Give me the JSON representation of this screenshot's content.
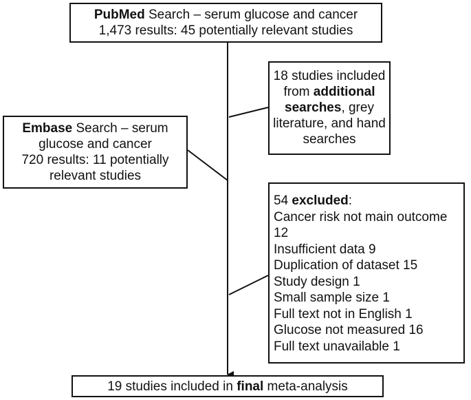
{
  "pubmed": {
    "source": "PubMed",
    "search_rest": " Search – serum glucose and cancer",
    "results": "1,473 results: 45 potentially relevant studies"
  },
  "additional": {
    "line1": "18 studies included",
    "line2_pre": "from ",
    "line2_bold": "additional",
    "line3_bold": "searches",
    "line3_rest": ", grey",
    "line4": "literature, and hand",
    "line5": "searches"
  },
  "embase": {
    "source": "Embase",
    "line1_rest": " Search – serum",
    "line2": "glucose and cancer",
    "line3": "720 results: 11 potentially",
    "line4": "relevant studies"
  },
  "excluded": {
    "count": "54 ",
    "label": "excluded",
    "colon": ":",
    "reasons": [
      "Cancer risk not main outcome",
      "12",
      "Insufficient data 9",
      "Duplication of dataset 15",
      "Study design 1",
      "Small sample size 1",
      "Full text not in English 1",
      "Glucose not measured 16",
      "Full text unavailable 1"
    ]
  },
  "final": {
    "pre": "19 studies included in ",
    "bold": "final",
    "post": " meta-analysis"
  }
}
